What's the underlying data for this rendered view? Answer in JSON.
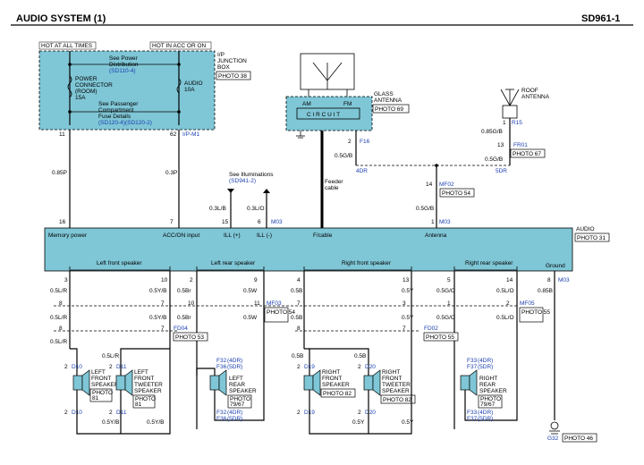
{
  "header": {
    "title": "AUDIO SYSTEM (1)",
    "code": "SD961-1"
  },
  "colors": {
    "module_fill": "#7fc6d6",
    "link_blue": "#1a3fb0"
  },
  "junction": {
    "hot_all": "HOT AT ALL TIMES",
    "hot_acc": "HOT IN ACC OR ON",
    "ref1a": "See Power",
    "ref1b": "Distribution",
    "ref1c": "(SD110-4)",
    "pc1": "POWER",
    "pc2": "CONNECTOR",
    "pc3": "(ROOM)",
    "pc4": "15A",
    "audio1": "AUDIO",
    "audio2": "10A",
    "ref2a": "See Passenger",
    "ref2b": "Compartment",
    "ref2c": "Fuse Details",
    "ref2d": "(SD120-4)(SD120-2)",
    "name1": "I/P",
    "name2": "JUNCTION",
    "name3": "BOX",
    "photo": "PHOTO 38",
    "pin_a": "11",
    "pin_b": "62",
    "conn": "I/P-M1"
  },
  "glass_antenna": {
    "am": "AM",
    "fm": "FM",
    "circuit": "C I R C U I T",
    "name1": "GLASS",
    "name2": "ANTENNA",
    "photo": "PHOTO 69",
    "pin": "2",
    "conn": "F16",
    "wire": "0.5G/B",
    "loc": "4DR"
  },
  "roof_antenna": {
    "name1": "ROOF",
    "name2": "ANTENNA",
    "pin": "1",
    "conn": "R15",
    "wire": "0.85G/B",
    "pin2": "13",
    "conn2": "FR01",
    "photo": "PHOTO 67",
    "wire2": "0.5G/B",
    "loc": "5DR"
  },
  "mid": {
    "w1": "0.85P",
    "w2": "0.3P",
    "illum1": "See Illuminations",
    "illum2": "(SD941-2)",
    "w3": "0.3L/B",
    "w4": "0.3L/O",
    "feeder1": "Feeder",
    "feeder2": "cable",
    "mf02_pin": "14",
    "mf02": "MF02",
    "mf02_photo": "PHOTO 54",
    "w5": "0.5G/B"
  },
  "audio_top": {
    "p1": "16",
    "p2": "7",
    "p3": "15",
    "p4": "6",
    "m03": "M03",
    "p5": "1",
    "m03b": "M03",
    "label1": "Memory power",
    "label2": "ACC/ON input",
    "label3": "ILL (+)",
    "label4": "ILL (-)",
    "label5": "F/cable",
    "label6": "Antenna",
    "name": "AUDIO",
    "photo": "PHOTO 31"
  },
  "audio_bottom": {
    "lf": "Left front speaker",
    "lr": "Left rear speaker",
    "rf": "Right front speaker",
    "rr": "Right rear speaker",
    "gnd": "Ground",
    "pins": [
      "3",
      "10",
      "2",
      "9",
      "4",
      "13",
      "5",
      "14",
      "8"
    ],
    "m03": "M03"
  },
  "wires": {
    "row1": [
      "0.5L/R",
      "0.5Y/B",
      "0.5Br",
      "0.5W",
      "0.5B",
      "0.5Y",
      "0.5G/O",
      "0.5L/O",
      "0.85B"
    ],
    "mf03_pins": [
      "8",
      "7",
      "10",
      "11",
      "7",
      "3",
      "1",
      "2"
    ],
    "mf03": "MF03",
    "mf03_photo": "PHOTO 54",
    "mf05": "MF05",
    "mf05_photo": "PHOTO 55",
    "row2": [
      "0.5L/R",
      "0.5Y/B",
      "0.5Br",
      "0.5W",
      "0.5B",
      "0.5Y",
      "0.5G/O",
      "0.5L/O"
    ],
    "fd_pins": [
      "8",
      "7",
      "8",
      "7"
    ],
    "fd04": "FD04",
    "fd04_photo": "PHOTO 53",
    "fd02": "FD02",
    "fd02_photo": "PHOTO 55",
    "row3": "0.5L/R"
  },
  "speakers": {
    "d10": {
      "conn": "D10",
      "n1": "LEFT",
      "n2": "FRONT",
      "n3": "SPEAKER",
      "ph": "PHOTO",
      "pn": "81",
      "top": "0.5L/R",
      "bot": "0.5Y/B"
    },
    "d11": {
      "conn": "D11",
      "n1": "LEFT",
      "n2": "FRONT",
      "n3": "TWEETER",
      "n4": "SPEAKER",
      "ph": "PHOTO",
      "pn": "81",
      "bot": "0.5Y/B"
    },
    "lr": {
      "c1": "F32",
      "c1b": "(4DR)",
      "c2": "F36",
      "c2b": "(5DR)",
      "n1": "LEFT",
      "n2": "REAR",
      "n3": "SPEAKER",
      "ph": "PHOTO",
      "pn": "79/67"
    },
    "d19": {
      "conn": "D19",
      "n1": "RIGHT",
      "n2": "FRONT",
      "n3": "SPEAKER",
      "ph": "PHOTO 82",
      "top": "0.5B",
      "bot": "0.5Y"
    },
    "d20": {
      "conn": "D20",
      "n1": "RIGHT",
      "n2": "FRONT",
      "n3": "TWEETER",
      "n4": "SPEAKER",
      "ph": "PHOTO 82",
      "top": "0.5B",
      "bot": "0.5Y"
    },
    "rr": {
      "c1": "F33",
      "c1b": "(4DR)",
      "c2": "F37",
      "c2b": "(5DR)",
      "n1": "RIGHT",
      "n2": "REAR",
      "n3": "SPEAKER",
      "ph": "PHOTO",
      "pn": "79/67"
    },
    "ground": {
      "conn": "G32",
      "photo": "PHOTO 46"
    }
  }
}
